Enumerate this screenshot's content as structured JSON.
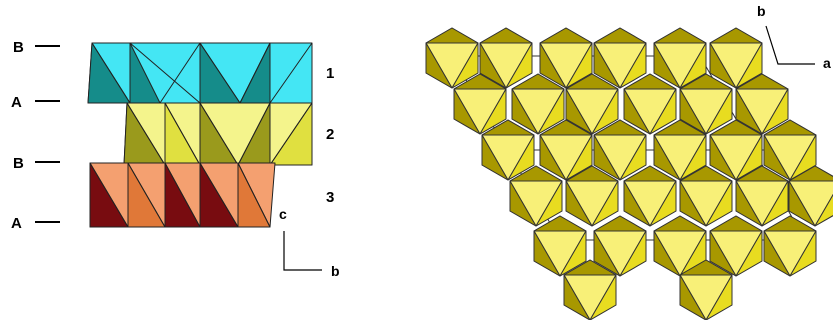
{
  "left_panel": {
    "layer_labels": [
      "B",
      "A",
      "B",
      "A"
    ],
    "layer_numbers": [
      "1",
      "2",
      "3"
    ],
    "axis_labels": {
      "c": "c",
      "b": "b"
    }
  },
  "right_panel": {
    "axis_labels": {
      "b": "b",
      "a": "a"
    }
  },
  "colors": {
    "cyan_light": "#44e6f4",
    "cyan_dark": "#158c8a",
    "yellow_light": "#f4f48c",
    "yellow_mid": "#e0e040",
    "yellow_dark": "#9a9a1c",
    "salmon_light": "#f4a070",
    "salmon_mid": "#e07838",
    "maroon_dark": "#780c10",
    "oct_light": "#f8f078",
    "oct_mid": "#e8dc20",
    "oct_dark": "#a89800"
  }
}
